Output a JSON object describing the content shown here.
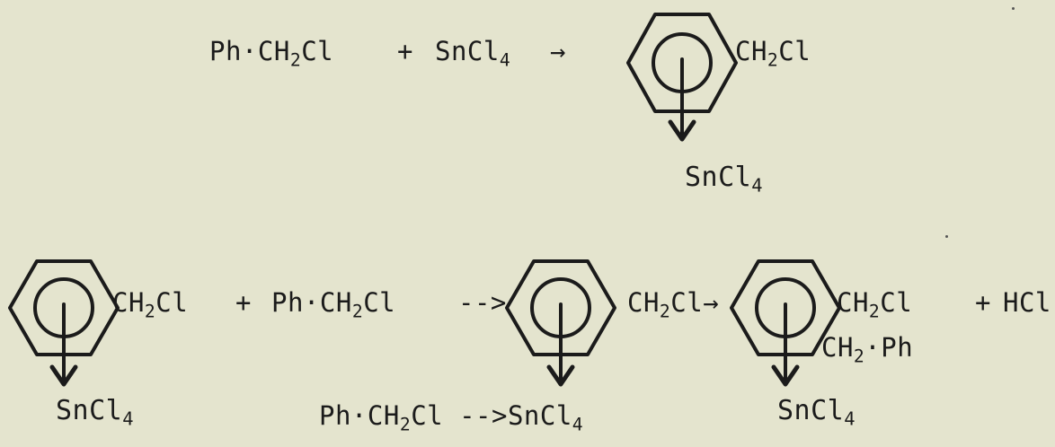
{
  "equation1": {
    "reactant1": "Ph·CH",
    "reactant1_sub": "2",
    "reactant1_end": "Cl",
    "plus": "+",
    "reactant2": "SnCl",
    "reactant2_sub": "4",
    "arrow": "→",
    "product_sub_a": "CH",
    "product_sub_a_sub": "2",
    "product_sub_a_end": "Cl",
    "product_complex": "SnCl",
    "product_complex_sub": "4"
  },
  "equation2": {
    "complex_substituent": "CH",
    "complex_substituent_sub": "2",
    "complex_substituent_end": "Cl",
    "complex_acceptor": "SnCl",
    "complex_acceptor_sub": "4",
    "plus1": "+",
    "reagent": "Ph·CH",
    "reagent_sub": "2",
    "reagent_end": "Cl",
    "arrow": "-->",
    "intermediate_substituent": "CH",
    "intermediate_substituent_sub": "2",
    "intermediate_substituent_end": "Cl→",
    "intermediate_lower": "Ph·CH",
    "intermediate_lower_sub": "2",
    "intermediate_lower_mid": "Cl -->SnCl",
    "intermediate_lower_sub2": "4",
    "product_substituent": "CH",
    "product_substituent_sub": "2",
    "product_substituent_end": "Cl",
    "product_second": "CH",
    "product_second_sub": "2",
    "product_second_end": "·Ph",
    "plus2": "+",
    "byproduct": "HCl",
    "product_acceptor": "SnCl",
    "product_acceptor_sub": "4"
  }
}
